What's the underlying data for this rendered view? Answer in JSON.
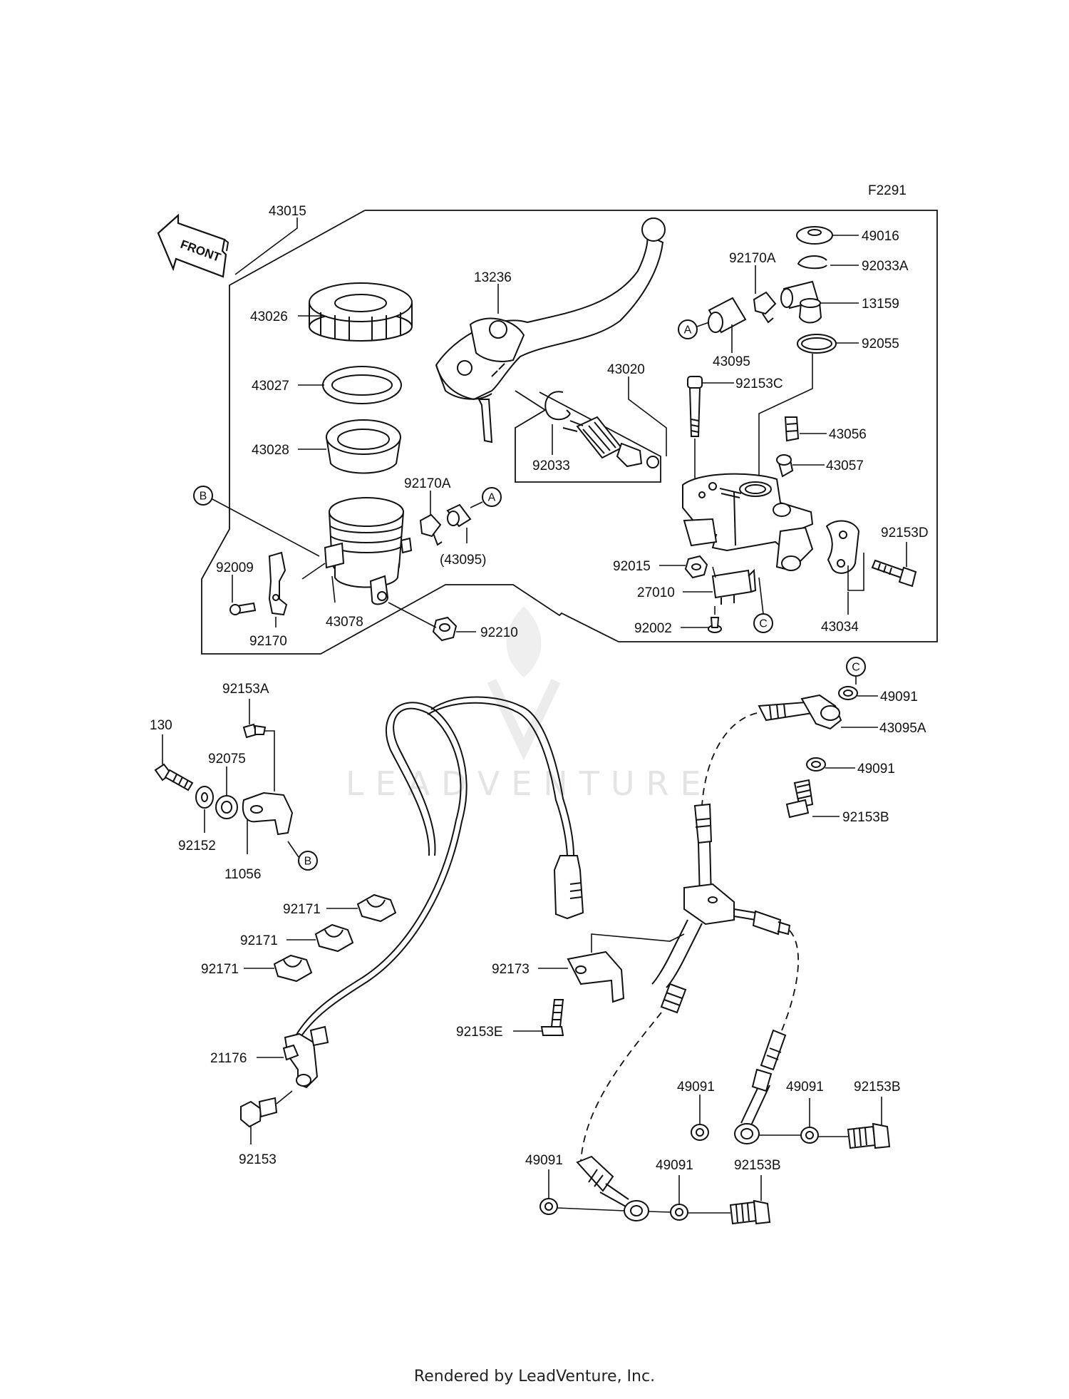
{
  "figure_code": "F2291",
  "front_marker": "FRONT",
  "watermark": "LEADVENTURE",
  "footer": "Rendered by LeadVenture, Inc.",
  "ref_markers": {
    "a": "A",
    "b": "B",
    "c": "C"
  },
  "labels": {
    "p43015": "43015",
    "p43026": "43026",
    "p43027": "43027",
    "p43028": "43028",
    "p13236": "13236",
    "p43020": "43020",
    "p92033": "92033",
    "p92170a_top": "92170A",
    "p43095": "43095",
    "p49016": "49016",
    "p92033a": "92033A",
    "p13159": "13159",
    "p92055": "92055",
    "p92153c": "92153C",
    "p43056": "43056",
    "p43057": "43057",
    "p92170a_mid": "92170A",
    "p43095_paren": "(43095)",
    "p92009": "92009",
    "p92170": "92170",
    "p43078": "43078",
    "p92210": "92210",
    "p92015": "92015",
    "p27010": "27010",
    "p92002": "92002",
    "p92153d": "92153D",
    "p43034": "43034",
    "p92153a": "92153A",
    "p130": "130",
    "p92075": "92075",
    "p92152": "92152",
    "p11056": "11056",
    "p92171_1": "92171",
    "p92171_2": "92171",
    "p92171_3": "92171",
    "p21176": "21176",
    "p92153": "92153",
    "p92173": "92173",
    "p92153e": "92153E",
    "p49091_a": "49091",
    "p43095a": "43095A",
    "p49091_b": "49091",
    "p92153b_a": "92153B",
    "p49091_c": "49091",
    "p49091_d": "49091",
    "p92153b_b": "92153B",
    "p49091_e": "49091",
    "p49091_f": "49091",
    "p92153b_c": "92153B"
  }
}
